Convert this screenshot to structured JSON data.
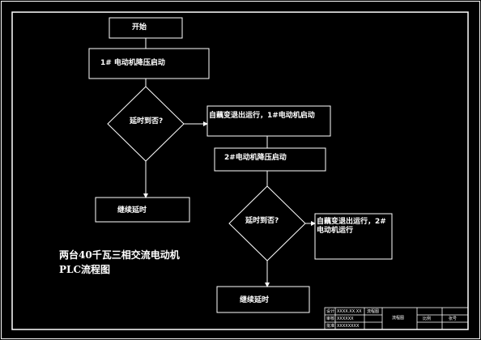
{
  "diagram": {
    "nodes": {
      "start": "开始",
      "motor1_start": "1# 电动机降压启动",
      "decision1": "延时到否?",
      "action1": "自藕变退出运行，1#电动机启动",
      "continue1": "继续延时",
      "motor2_start": "2#电动机降压启动",
      "decision2": "延时到否?",
      "action2": "自藕变退出运行，2#电动机运行",
      "continue2": "继续延时"
    },
    "title_line1": "两台40千瓦三相交流电动机",
    "title_line2": "PLC流程图"
  },
  "title_block": {
    "row1_col1": "设计",
    "row1_col2": "XXXX.XX.XX",
    "row1_col3": "流程图",
    "row2_col1": "审核",
    "row2_col2": "XXXXXX",
    "row3_col1": "批准",
    "row3_col2": "XXXXXXXX",
    "col_name": "流程图",
    "col_ratio": "比例",
    "col_sheet": "张号"
  }
}
